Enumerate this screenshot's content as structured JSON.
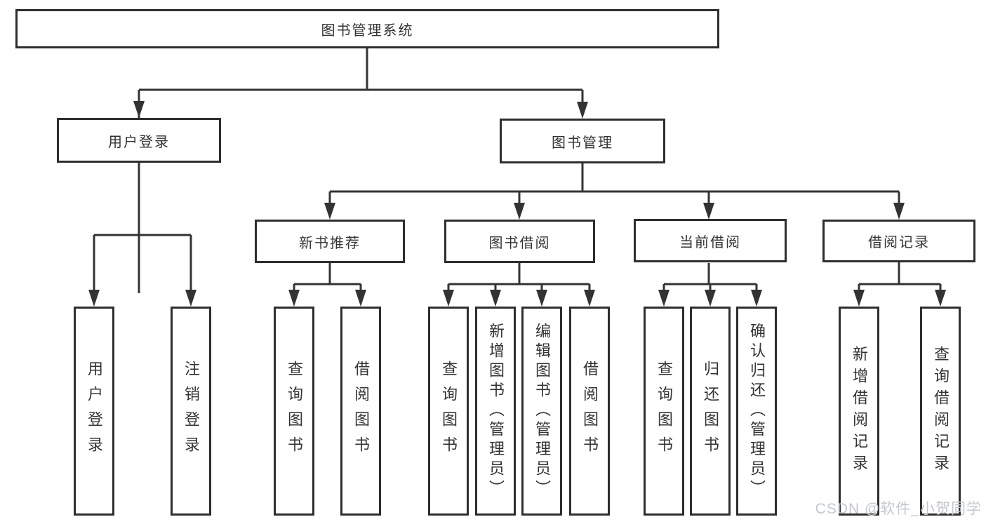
{
  "diagram": {
    "root": "图书管理系统",
    "level2": {
      "user_login": "用户登录",
      "book_management": "图书管理"
    },
    "level3": {
      "new_book_recommend": "新书推荐",
      "book_borrowing": "图书借阅",
      "current_borrowing": "当前借阅",
      "borrow_records": "借阅记录"
    },
    "leaves": {
      "user_login": [
        "用户登录",
        "注销登录"
      ],
      "new_book_recommend": [
        "查询图书",
        "借阅图书"
      ],
      "book_borrowing": [
        "查询图书",
        "新增图书（管理员）",
        "编辑图书（管理员）",
        "借阅图书"
      ],
      "current_borrowing": [
        "查询图书",
        "归还图书",
        "确认归还（管理员）"
      ],
      "borrow_records": [
        "新增借阅记录",
        "查询借阅记录"
      ]
    },
    "colors": {
      "line": "#333333",
      "box_border": "#2e2e2e",
      "text": "#333333",
      "background": "#ffffff",
      "watermark": "#c3c7cf"
    }
  },
  "watermark": {
    "text": "CSDN @软件_小贺同学"
  }
}
